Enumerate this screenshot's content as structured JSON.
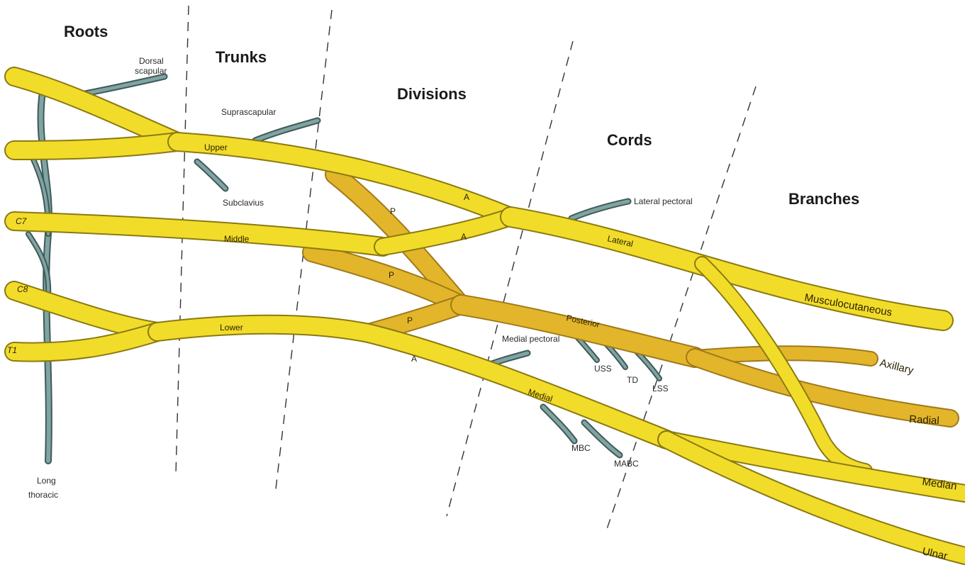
{
  "diagram": {
    "sections": {
      "roots": "Roots",
      "trunks": "Trunks",
      "divisions": "Divisions",
      "cords": "Cords",
      "branches": "Branches"
    },
    "roots": {
      "c7": "C7",
      "c8": "C8",
      "t1": "T1"
    },
    "trunks": {
      "upper": "Upper",
      "middle": "Middle",
      "lower": "Lower"
    },
    "divisions": {
      "anterior": "A",
      "posterior": "P"
    },
    "cords": {
      "lateral": "Lateral",
      "posterior": "Posterior",
      "medial": "Medial"
    },
    "branches": {
      "musculocutaneous": "Musculocutaneous",
      "axillary": "Axillary",
      "radial": "Radial",
      "median": "Median",
      "ulnar": "Ulnar"
    },
    "small_nerves": {
      "dorsal_scapular_line1": "Dorsal",
      "dorsal_scapular_line2": "scapular",
      "suprascapular": "Suprascapular",
      "subclavius": "Subclavius",
      "long_thoracic_line1": "Long",
      "long_thoracic_line2": "thoracic",
      "lateral_pectoral": "Lateral pectoral",
      "medial_pectoral": "Medial pectoral",
      "uss": "USS",
      "td": "TD",
      "lss": "LSS",
      "mbc": "MBC",
      "mabc": "MABC"
    },
    "colors": {
      "nerve_yellow": "#f2dc2a",
      "posterior_orange": "#e3b52a",
      "branch_grey": "#7fa4a2"
    }
  }
}
